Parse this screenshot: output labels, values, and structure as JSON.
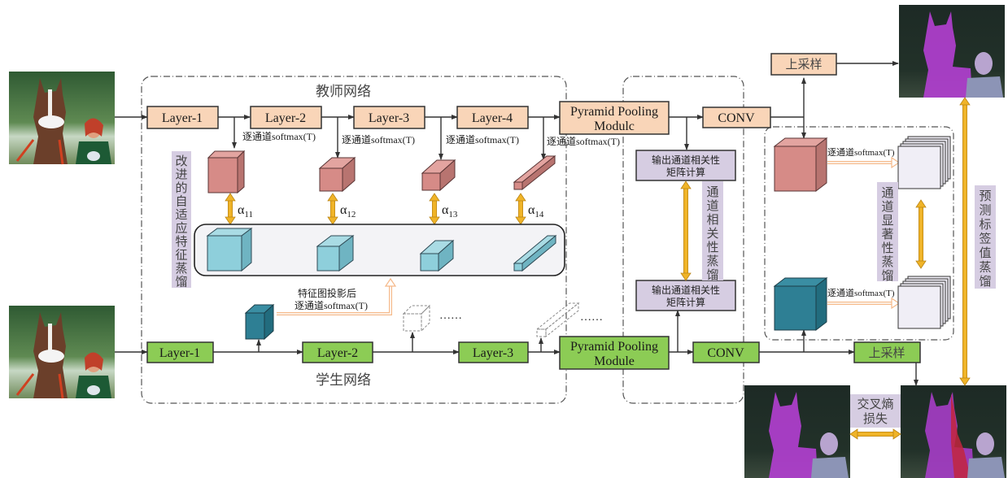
{
  "colors": {
    "teacher_box": "#f9d5b8",
    "student_box": "#8ccc55",
    "label_band": "#d6cde2",
    "teacher_cube": "#d68b87",
    "student_cube_light": "#8ecfdb",
    "student_cube_dark": "#2e7f94",
    "gold_arrow": "#f0b428",
    "orange_outline_arrow": "#f5b98a"
  },
  "teacher": {
    "title": "教师网络",
    "layers": [
      "Layer-1",
      "Layer-2",
      "Layer-3",
      "Layer-4"
    ],
    "ppm_line1": "Pyramid Pooling",
    "ppm_line2": "Modulc",
    "conv": "CONV",
    "upsample": "上采样",
    "softmax_labels": [
      "逐通道softmax(T)",
      "逐通道softmax(T)",
      "逐通道softmax(T)",
      "逐通道softmax(T)"
    ]
  },
  "student": {
    "title": "学生网络",
    "layers": [
      "Layer-1",
      "Layer-2",
      "Layer-3"
    ],
    "ppm_line1": "Pyramid Pooling",
    "ppm_line2": "Module",
    "conv": "CONV",
    "upsample": "上采样",
    "projection_label_line1": "特征图投影后",
    "projection_label_line2": "逐通道softmax(T)",
    "ellipsis": "……"
  },
  "adaptive_distill": {
    "label": "改进的自适应特征蒸馏",
    "alphas": [
      {
        "symbol": "α",
        "sub": "11"
      },
      {
        "symbol": "α",
        "sub": "12"
      },
      {
        "symbol": "α",
        "sub": "13"
      },
      {
        "symbol": "α",
        "sub": "14"
      }
    ]
  },
  "channel_correlation": {
    "teacher_box_line1": "输出通道相关性",
    "teacher_box_line2": "矩阵计算",
    "student_box_line1": "输出通道相关性",
    "student_box_line2": "矩阵计算",
    "label": "通道相关性蒸馏"
  },
  "channel_saliency": {
    "label": "通道显著性蒸馏",
    "teacher_softmax": "逐通道softmax(T)",
    "student_softmax": "逐通道softmax(T)"
  },
  "prediction_distill": {
    "label": "预测标签值蒸馏"
  },
  "loss": {
    "line1": "交叉熵",
    "line2": "损失"
  },
  "images": {
    "input_teacher": "input-image-horse",
    "input_student": "input-image-horse",
    "teacher_prediction": "segmentation-teacher",
    "ground_truth": "segmentation-label",
    "student_prediction": "segmentation-student"
  }
}
